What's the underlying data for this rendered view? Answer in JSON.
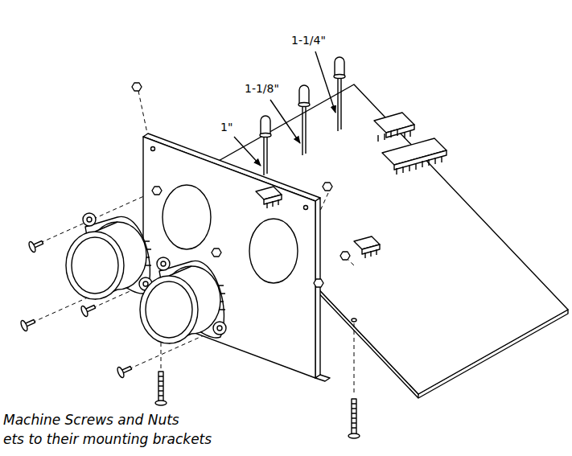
{
  "diagram": {
    "labels": [
      "1-1/4\"",
      "1-1/8\"",
      "1\"",
      "Machine Screws and Nuts",
      "ets to their mounting brackets"
    ]
  }
}
